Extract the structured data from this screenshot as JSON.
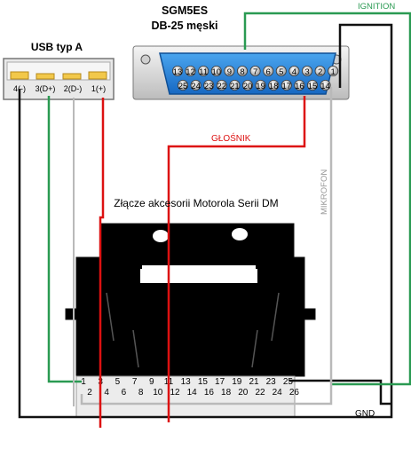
{
  "title": {
    "line1": "SGM5ES",
    "line2": "DB-25 męski"
  },
  "usb": {
    "title": "USB typ A",
    "pins": [
      "4(-)",
      "3(D+)",
      "2(D-)",
      "1(+)"
    ]
  },
  "db25": {
    "top_pins": [
      "13",
      "12",
      "11",
      "10",
      "9",
      "8",
      "7",
      "6",
      "5",
      "4",
      "3",
      "2",
      "1"
    ],
    "bottom_pins": [
      "25",
      "24",
      "23",
      "22",
      "21",
      "20",
      "19",
      "18",
      "17",
      "16",
      "15",
      "14"
    ]
  },
  "wire_labels": {
    "ignition": "IGNITION",
    "speaker": "GŁOŚNIK",
    "microphone": "MIKROFON",
    "ground": "GND"
  },
  "motorola": {
    "title": "Złącze akcesorii Motorola Serii DM",
    "odd_pins": [
      "1",
      "3",
      "5",
      "7",
      "9",
      "11",
      "13",
      "15",
      "17",
      "19",
      "21",
      "23",
      "25"
    ],
    "even_pins": [
      "2",
      "4",
      "6",
      "8",
      "10",
      "12",
      "14",
      "16",
      "18",
      "20",
      "22",
      "24",
      "26"
    ]
  },
  "colors": {
    "ignition": "#2a9a52",
    "speaker": "#dd1111",
    "microphone": "#b9b9b9",
    "ground": "#111111",
    "db25_body": "#1e7fd6",
    "usb_contact": "#f2c84a"
  }
}
